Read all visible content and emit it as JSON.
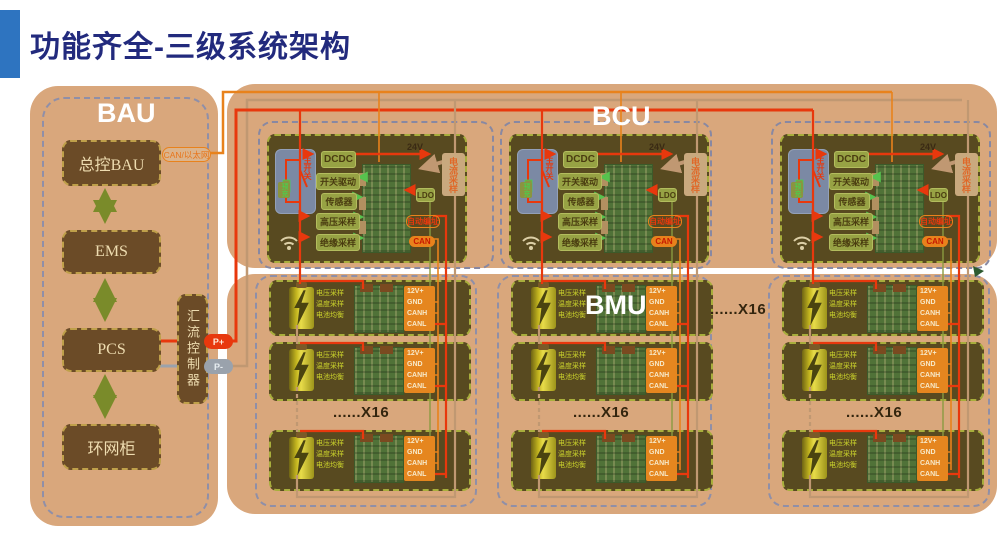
{
  "title": "功能齐全-三级系统架构",
  "colors": {
    "accent_blue": "#2e74c0",
    "title_navy": "#222a7d",
    "panel_tan": "#d9a77c",
    "module_olive": "#584a20",
    "box_green": "#97a244",
    "wire_red": "#e8380d",
    "wire_orange": "#e8821c",
    "wire_tan": "#c09872",
    "terminal_orange": "#e5861f",
    "battery_yellow": "#c5b71f",
    "pcb_green": "#507238"
  },
  "bau": {
    "header": "BAU",
    "boxes": [
      "总控BAU",
      "EMS",
      "PCS",
      "环网柜"
    ],
    "side_controller": "汇流控制器",
    "can_label": "CAN/以太网",
    "p_plus": "P+",
    "p_minus": "P-"
  },
  "bcu": {
    "header": "BCU",
    "module": {
      "main_switch": "主开关",
      "precharge": "预充",
      "dcdc": "DCDC",
      "switch_drive": "开关驱动",
      "sensor": "传感器",
      "hv_sampling": "高压采样",
      "insulation_sampling": "绝缘采样",
      "ldo": "LDO",
      "auto_addressing": "自动编址",
      "can": "CAN",
      "current_sampling": "电流采样",
      "supply_24v": "24V"
    }
  },
  "bmu": {
    "header": "BMU",
    "repeat_x16": "......X16",
    "module": {
      "labels": [
        "电压采样",
        "温度采样",
        "电池均衡"
      ],
      "terminals": [
        "12V+",
        "GND",
        "CANH",
        "CANL"
      ]
    }
  }
}
